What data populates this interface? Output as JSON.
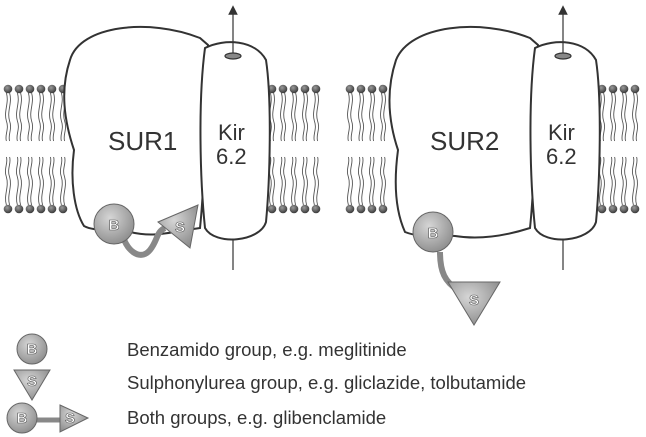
{
  "channels": [
    {
      "sur_label": "SUR1",
      "kir_label_line1": "Kir",
      "kir_label_line2": "6.2"
    },
    {
      "sur_label": "SUR2",
      "kir_label_line1": "Kir",
      "kir_label_line2": "6.2"
    }
  ],
  "binding_glyphs": {
    "benzamido": "B",
    "sulphonylurea": "S"
  },
  "legend": [
    {
      "icon": "benzamido-icon",
      "text": "Benzamido group, e.g. meglitinide"
    },
    {
      "icon": "sulphonylurea-icon",
      "text": "Sulphonylurea group, e.g. gliclazide, tolbutamide"
    },
    {
      "icon": "both-groups-icon",
      "text": "Both groups, e.g. glibenclamide"
    }
  ]
}
